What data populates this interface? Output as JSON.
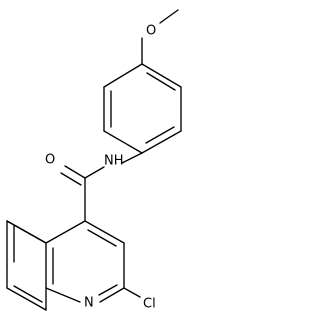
{
  "molecule": {
    "atom_labels": {
      "methoxy_oxygen": "O",
      "carbonyl_oxygen": "O",
      "amide_nitrogen": "NH",
      "ring_nitrogen": "N",
      "chlorine": "Cl"
    },
    "bond_color": "#000000",
    "background_color": "#ffffff"
  }
}
